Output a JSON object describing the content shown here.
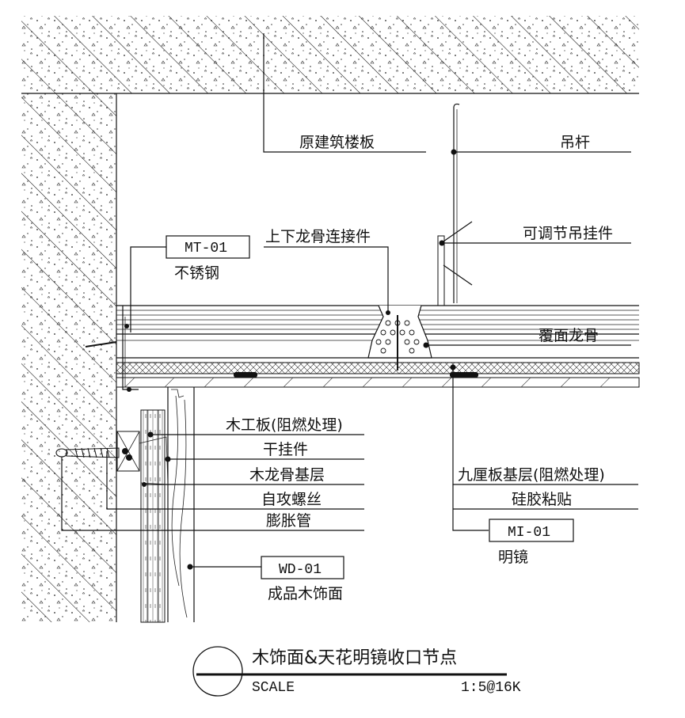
{
  "labels": {
    "floor_slab": "原建筑楼板",
    "hanger_rod": "吊杆",
    "adjustable_hanger": "可调节吊挂件",
    "keel_connector": "上下龙骨连接件",
    "mt_tag": "MT-01",
    "stainless_steel": "不锈钢",
    "cover_keel": "覆面龙骨",
    "blockboard": "木工板(阻燃处理)",
    "dry_hanger": "干挂件",
    "wood_keel_base": "木龙骨基层",
    "self_tapping_screw": "自攻螺丝",
    "expansion_tube": "膨胀管",
    "plywood_base": "九厘板基层(阻燃处理)",
    "silicone_bond": "硅胶粘贴",
    "mi_tag": "MI-01",
    "mirror": "明镜",
    "wd_tag": "WD-01",
    "finished_wood": "成品木饰面"
  },
  "title_block": {
    "title": "木饰面&天花明镜收口节点",
    "scale_label": "SCALE",
    "scale_value": "1:5@16K"
  },
  "colors": {
    "ink": "#111111",
    "paper": "#ffffff"
  }
}
